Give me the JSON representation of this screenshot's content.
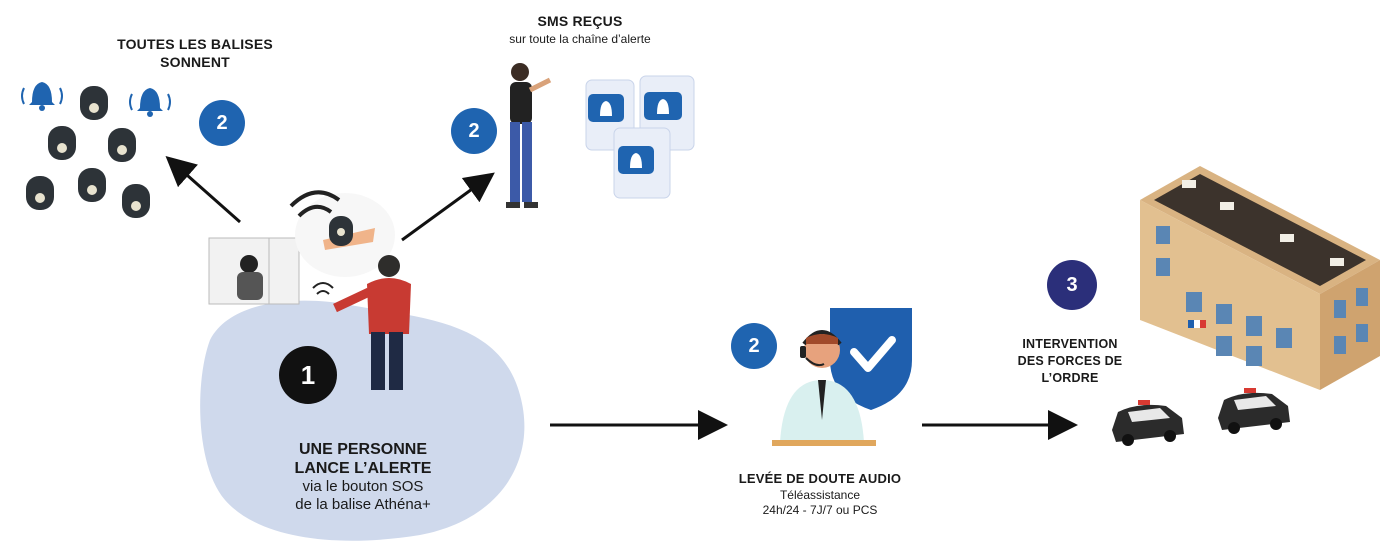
{
  "step1": {
    "badge": "1",
    "title_line1": "UNE PERSONNE",
    "title_line2": "LANCE L’ALERTE",
    "sub_line1": "via le bouton SOS",
    "sub_line2": "de la balise Athéna+"
  },
  "beacons": {
    "badge": "2",
    "title_line1": "TOUTES LES BALISES",
    "title_line2": "SONNENT"
  },
  "sms": {
    "badge": "2",
    "title": "SMS REÇUS",
    "subtitle": "sur toute la chaîne d’alerte"
  },
  "audio": {
    "badge": "2",
    "title": "LEVÉE DE DOUTE AUDIO",
    "sub_line1": "Téléassistance",
    "sub_line2": "24h/24 - 7J/7 ou PCS"
  },
  "intervention": {
    "badge": "3",
    "title_line1": "INTERVENTION",
    "title_line2": "DES FORCES DE",
    "title_line3": "L’ORDRE"
  },
  "colors": {
    "blue_badge": "#1f64b0",
    "navy_badge": "#2b2f7a",
    "black_badge": "#111111",
    "blob": "#cfd9ec",
    "accent_blue": "#1f5fae"
  }
}
